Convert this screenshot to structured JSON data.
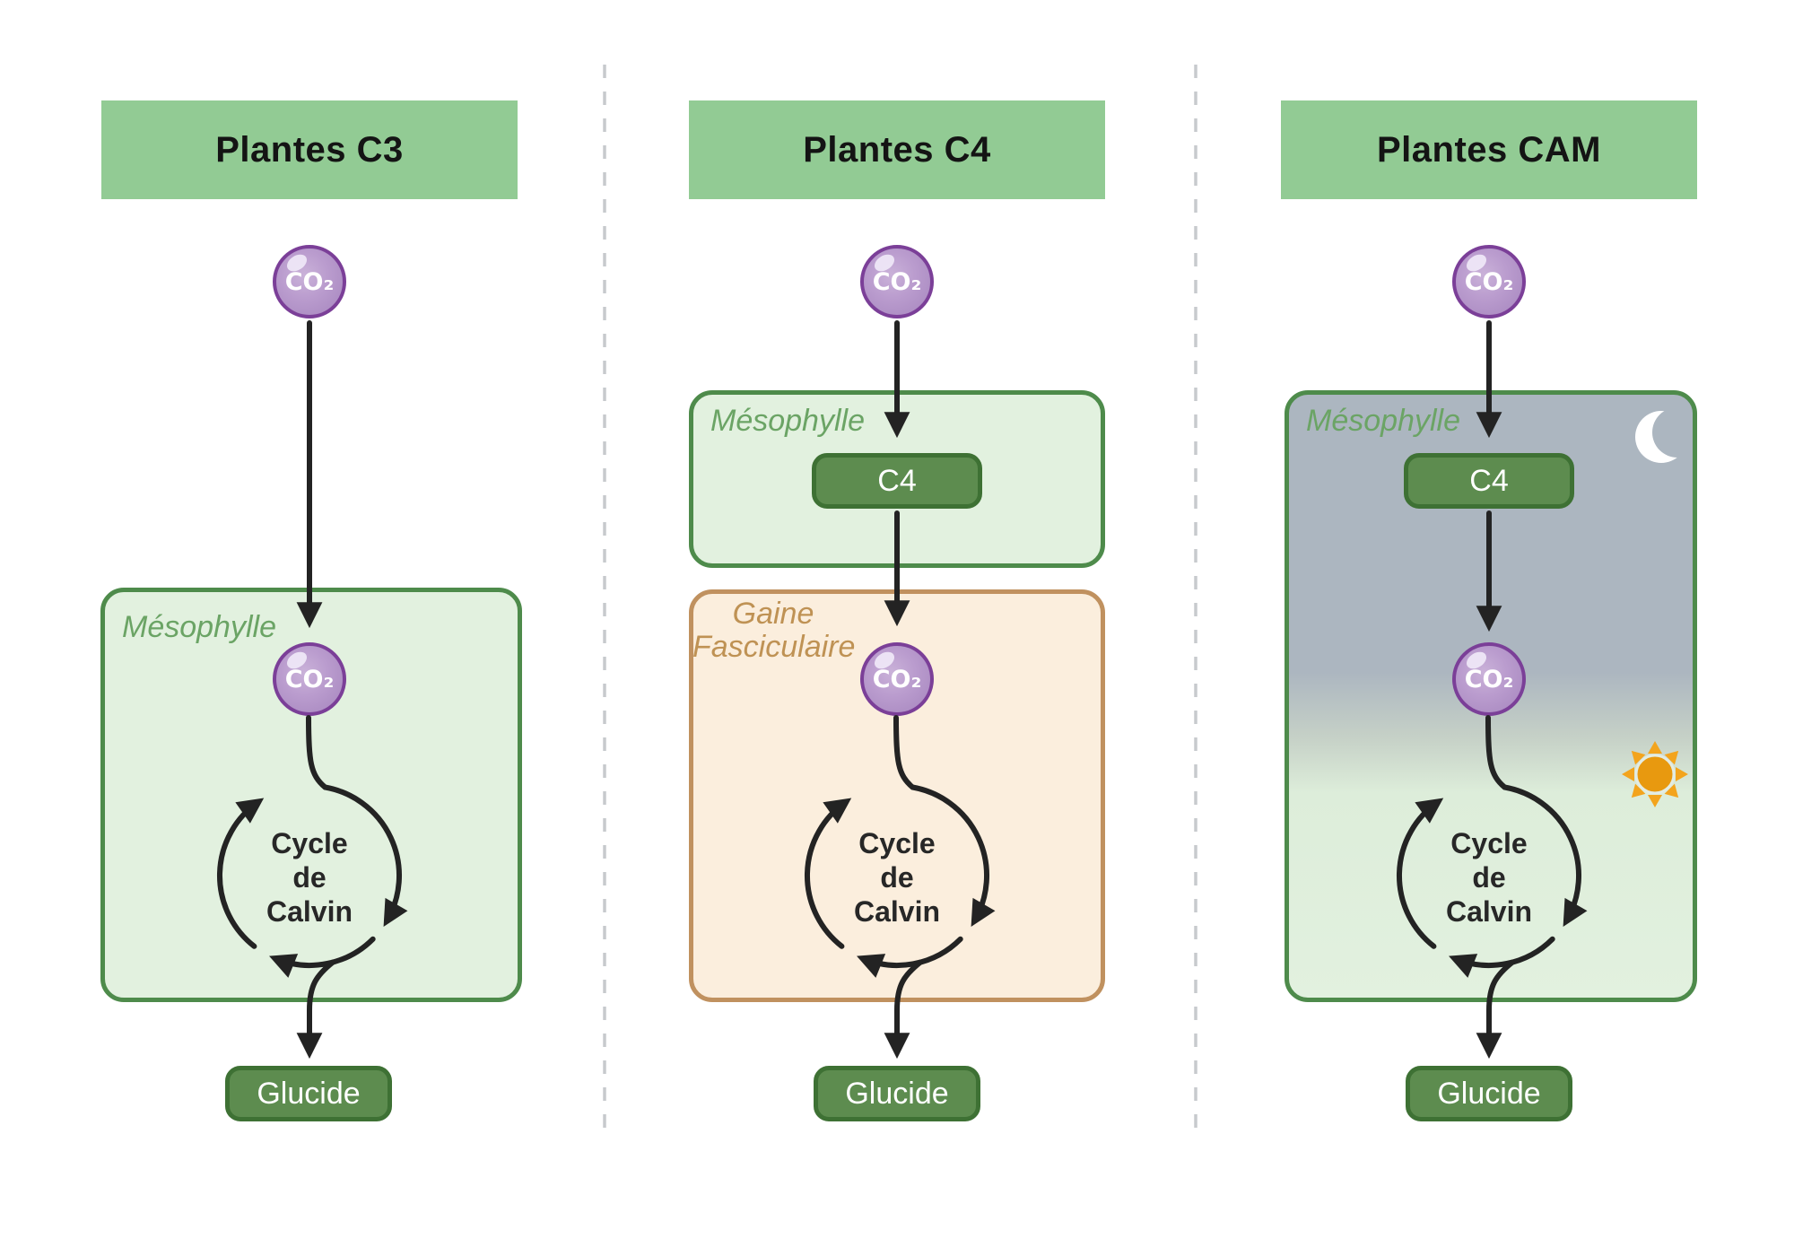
{
  "c3": {
    "title": "Plantes C3",
    "co2_atmosphere": "CO₂",
    "mesophyll_label": "Mésophylle",
    "co2_internal": "CO₂",
    "calvin_cycle": "Cycle\nde\nCalvin",
    "product": "Glucide"
  },
  "c4": {
    "title": "Plantes C4",
    "co2_atmosphere": "CO₂",
    "mesophyll_label": "Mésophylle",
    "c4_molecule": "C4",
    "bundle_sheath_label": "Gaine\nFasciculaire",
    "co2_internal": "CO₂",
    "calvin_cycle": "Cycle\nde\nCalvin",
    "product": "Glucide"
  },
  "cam": {
    "title": "Plantes CAM",
    "co2_atmosphere": "CO₂",
    "mesophyll_label": "Mésophylle",
    "c4_molecule": "C4",
    "co2_internal": "CO₂",
    "calvin_cycle": "Cycle\nde\nCalvin",
    "product": "Glucide",
    "night_icon": "moon",
    "day_icon": "sun"
  },
  "colors": {
    "header_fill": "#92cb94",
    "cell_box_fill": "#e2f1df",
    "cell_box_border": "#4e8b4b",
    "mesophyll_label_green": "#6ba465",
    "bundle_sheath_fill": "#fbeedd",
    "bundle_sheath_border": "#c0915f",
    "bundle_sheath_label": "#bf9254",
    "night_gray": "#acb6c0",
    "pill_fill": "#5d8c4f",
    "pill_border": "#3e7134",
    "co2_fill": "#b295c9",
    "co2_border": "#7b3f98",
    "arrow_black": "#232323",
    "sun_orange": "#e8990f",
    "sun_ray_orange": "#f3a41d",
    "moon_white": "#ffffff",
    "divider_gray": "#c7cacd"
  }
}
